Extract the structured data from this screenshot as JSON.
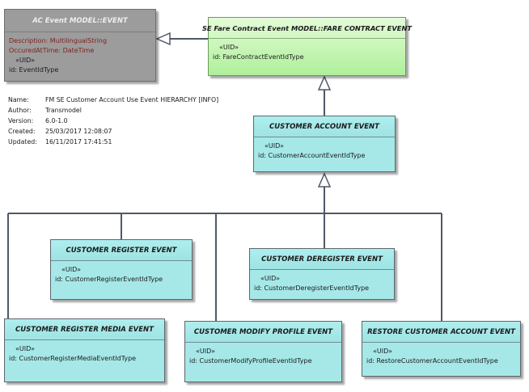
{
  "classes": {
    "ac_event": {
      "title": "AC Event MODEL::EVENT",
      "attributes": [
        "Description: MultilingualString",
        "OccuredAtTime: DateTime"
      ],
      "stereotype": "«UID»",
      "id": "id: EventIdType"
    },
    "fare_contract_event": {
      "title": "SE Fare Contract Event MODEL::FARE CONTRACT EVENT",
      "stereotype": "«UID»",
      "id": "id: FareContractEventIdType"
    },
    "customer_account_event": {
      "title": "CUSTOMER ACCOUNT EVENT",
      "stereotype": "«UID»",
      "id": "id: CustomerAccountEventIdType"
    },
    "customer_register_event": {
      "title": "CUSTOMER REGISTER EVENT",
      "stereotype": "«UID»",
      "id": "id: CustomerRegisterEventIdType"
    },
    "customer_deregister_event": {
      "title": "CUSTOMER DEREGISTER EVENT",
      "stereotype": "«UID»",
      "id": "id: CustomerDeregisterEventIdType"
    },
    "customer_register_media_event": {
      "title": "CUSTOMER REGISTER MEDIA EVENT",
      "stereotype": "«UID»",
      "id": "id: CustomerRegisterMediaEventIdType"
    },
    "customer_modify_profile_event": {
      "title": "CUSTOMER MODIFY PROFILE EVENT",
      "stereotype": "«UID»",
      "id": "id: CustomerModifyProfileEventIdType"
    },
    "restore_customer_account_event": {
      "title": "RESTORE CUSTOMER ACCOUNT EVENT",
      "stereotype": "«UID»",
      "id": "id: RestoreCustomerAccountEventIdType"
    }
  },
  "metadata": {
    "name_label": "Name:",
    "name_value": "FM SE Customer Account Use Event HIERARCHY [INFO]",
    "author_label": "Author:",
    "author_value": "Transmodel",
    "version_label": "Version:",
    "version_value": "6.0-1.0",
    "created_label": "Created:",
    "created_value": "25/03/2017 12:08:07",
    "updated_label": "Updated:",
    "updated_value": "16/11/2017 17:41:51"
  },
  "colors": {
    "class_fill": "#a6e8e8",
    "external_fill": "#aef09a",
    "abstract_fill": "#9c9c9c",
    "connector": "#4f5966"
  }
}
